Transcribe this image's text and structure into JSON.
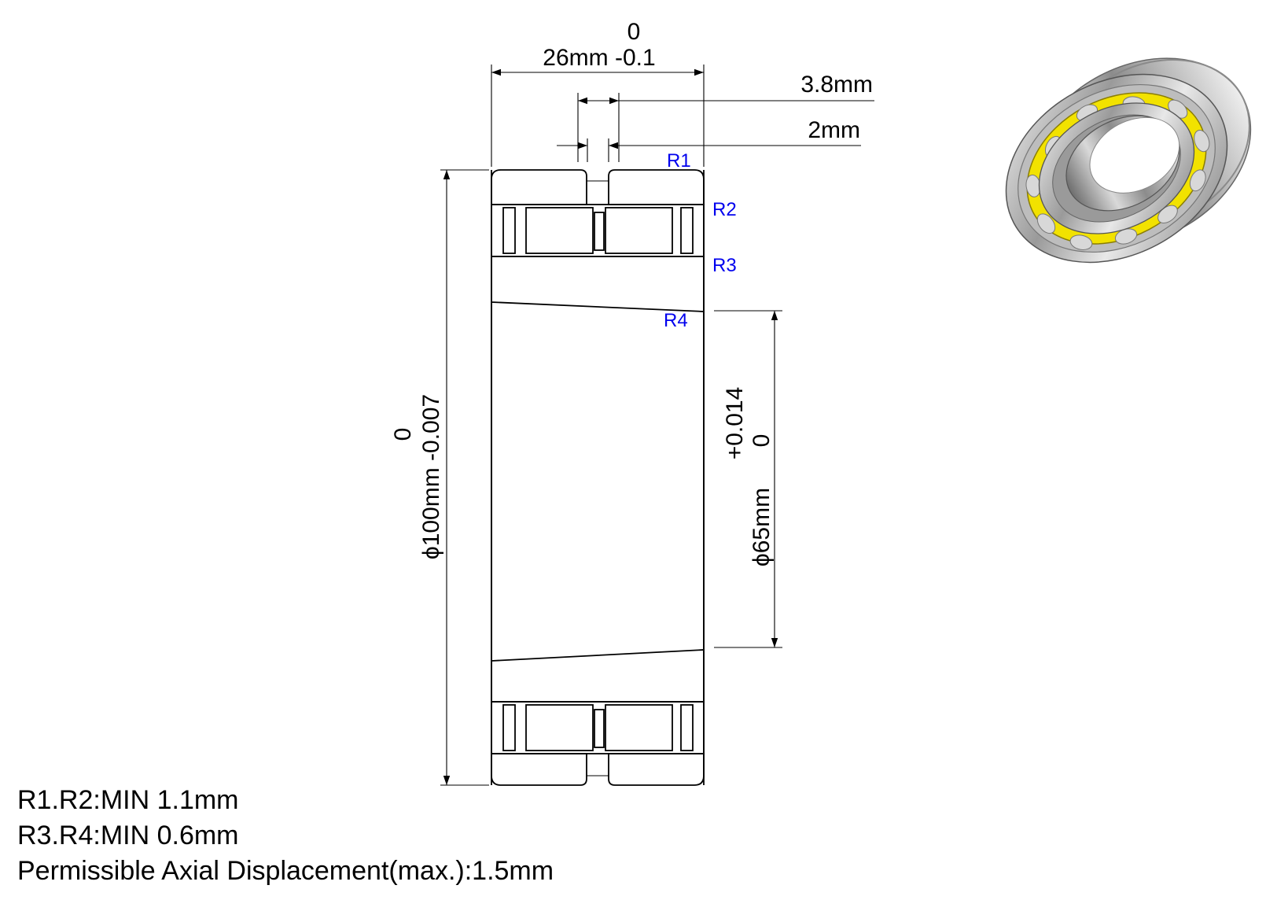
{
  "dimensions": {
    "width": {
      "value": "26mm -0.1",
      "upper_tol": "0"
    },
    "rib_width": "3.8mm",
    "groove_width": "2mm",
    "outer_diameter": {
      "value": "ϕ100mm -0.007",
      "upper_tol": "0"
    },
    "bore_diameter": {
      "value": "ϕ65mm",
      "upper_tol": "+0.014",
      "lower_tol": "0"
    }
  },
  "radii": {
    "r1": "R1",
    "r2": "R2",
    "r3": "R3",
    "r4": "R4"
  },
  "notes": [
    "R1.R2:MIN 1.1mm",
    "R3.R4:MIN 0.6mm",
    "Permissible Axial Displacement(max.):1.5mm"
  ],
  "colors": {
    "label_blue": "#0000ee",
    "cage_yellow": "#f2e200"
  }
}
